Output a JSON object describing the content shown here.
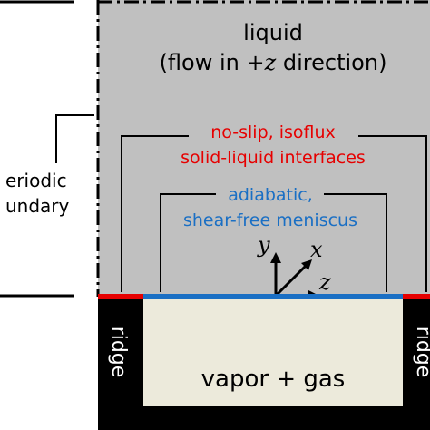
{
  "liquid_region": {
    "title": "liquid",
    "flow_prefix": "(flow in +",
    "flow_axis": "z",
    "flow_suffix": " direction)",
    "fill_color": "#c0c0c0"
  },
  "labels": {
    "periodic_line1": "eriodic",
    "periodic_line2": "undary",
    "noslip_line1": "no-slip, isoflux",
    "noslip_line2": "solid-liquid interfaces",
    "adiabatic_line1": "adiabatic,",
    "adiabatic_line2": "shear-free meniscus",
    "ridge_left": "ridge",
    "ridge_right": "ridge",
    "vapor": "vapor + gas"
  },
  "axes": {
    "y": "y",
    "x": "x",
    "z": "z"
  },
  "colors": {
    "noslip_red": "#e60000",
    "meniscus_blue": "#1a6fc4",
    "ridge_black": "#000000",
    "vapor_fill": "#eceadb",
    "text_black": "#000000"
  }
}
